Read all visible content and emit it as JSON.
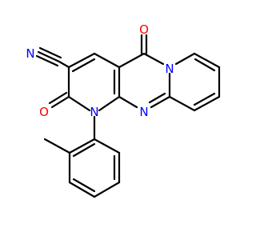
{
  "molecule": {
    "atoms": [
      {
        "id": "N_nitrile",
        "label": "N",
        "color": "#0000ff"
      },
      {
        "id": "O_top",
        "label": "O",
        "color": "#ff0000"
      },
      {
        "id": "O_left",
        "label": "O",
        "color": "#ff0000"
      },
      {
        "id": "N_ring1",
        "label": "N",
        "color": "#0000ff"
      },
      {
        "id": "N_ring2",
        "label": "N",
        "color": "#0000ff"
      },
      {
        "id": "N_ring3",
        "label": "N",
        "color": "#0000ff"
      }
    ],
    "bond_color": "#000000",
    "background": "#ffffff"
  }
}
